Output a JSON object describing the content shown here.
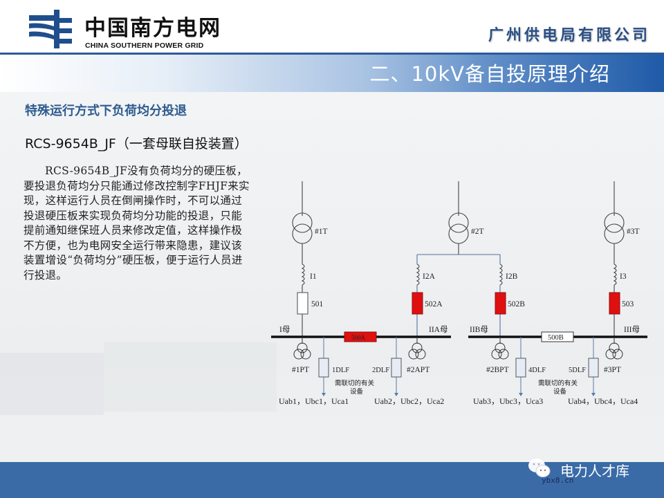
{
  "header": {
    "logo_cn": "中国南方电网",
    "logo_en": "CHINA SOUTHERN POWER GRID",
    "company": "广州供电局有限公司",
    "section_title": "二、10kV备自投原理介绍",
    "brand_color": "#1f4e8c"
  },
  "content": {
    "subtitle": "特殊运行方式下负荷均分投退",
    "device_title": "RCS-9654B_JF（一套母联自投装置）",
    "paragraph": "RCS-9654B_JF没有负荷均分的硬压板，要投退负荷均分只能通过修改控制字FHJF来实现，这样运行人员在倒闸操作时，不可以通过投退硬压板来实现负荷均分功能的投退，只能提前通知继保班人员来修改定值，这样操作极不方便，也为电网安全运行带来隐患，建议该装置增设“负荷均分”硬压板，便于运行人员进行投退。"
  },
  "diagram": {
    "transformers": [
      {
        "id": "#1T"
      },
      {
        "id": "#2T"
      },
      {
        "id": "#3T"
      }
    ],
    "reactors": [
      "I1",
      "I2A",
      "I2B",
      "I3"
    ],
    "breakers": [
      {
        "id": "501",
        "state": "open",
        "color": "#ffffff"
      },
      {
        "id": "502A",
        "state": "closed",
        "color": "#e01010"
      },
      {
        "id": "502B",
        "state": "closed",
        "color": "#e01010"
      },
      {
        "id": "503",
        "state": "closed",
        "color": "#e01010"
      },
      {
        "id": "500A",
        "state": "closed",
        "color": "#e01010"
      },
      {
        "id": "500B",
        "state": "open",
        "color": "#ffffff"
      }
    ],
    "buses": {
      "bus1": "I母",
      "bus2a": "IIA母",
      "bus2b": "IIB母",
      "bus3": "III母"
    },
    "pts": [
      "#1PT",
      "#2APT",
      "#2BPT",
      "#3PT"
    ],
    "feeders": [
      "1DLF",
      "2DLF",
      "4DLF",
      "5DLF"
    ],
    "feeder_note_line1": "需联切的有关",
    "feeder_note_line2": "设备",
    "voltages": [
      "Uab1，Ubc1，Uca1",
      "Uab2，Ubc2，Uca2",
      "Uab3，Ubc3，Uca3",
      "Uab4，Ubc4，Uca4"
    ]
  },
  "footer": {
    "brand": "电力人才库",
    "site": "ybx8.cn",
    "bg_color": "#3a6ba7"
  }
}
